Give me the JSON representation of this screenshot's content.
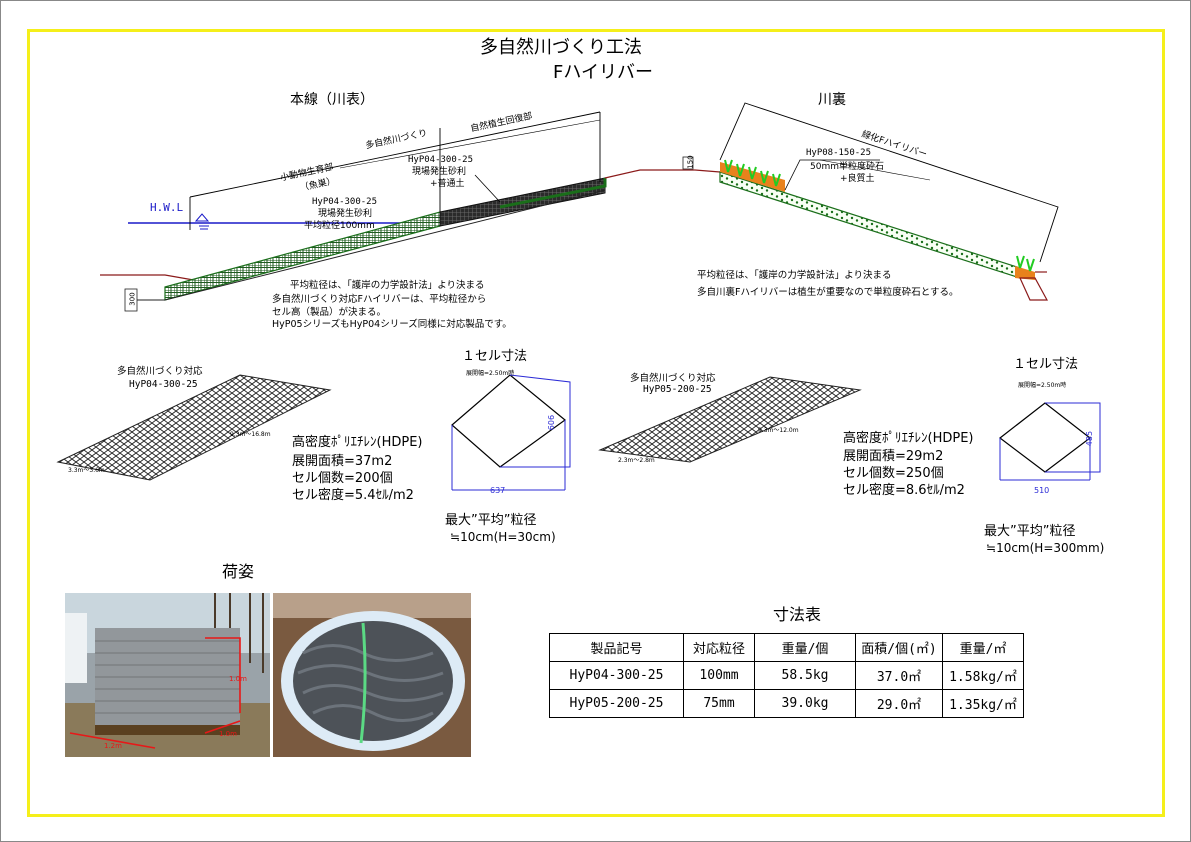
{
  "title": {
    "line1": "多自然川づくり工法",
    "line2": "Fハイリバー"
  },
  "cross_section": {
    "left_heading": "本線（川表）",
    "right_heading": "川裏",
    "hwl": "H.W.L",
    "label_tashizen": "多自然川づくり",
    "label_shizen": "自然植生回復部",
    "label_shodobutsu": "小動物生育部",
    "label_gyoso": "（魚巣）",
    "upper_spec": [
      "HyP04-300-25",
      "現場発生砂利",
      "+普通土"
    ],
    "lower_spec": [
      "HyP04-300-25",
      "現場発生砂利",
      "平均粒径100mm"
    ],
    "dim_left": "300",
    "dim_right": "150",
    "right_label": "緑化Fハイリバー",
    "right_spec": [
      "HyP08-150-25",
      "50mm単粒度砕石",
      "+良質土"
    ],
    "notes_left": [
      "平均粒径は、「護岸の力学設計法」より決まる",
      "多自然川づくり対応Fハイリバーは、平均粒径から",
      "セル高（製品）が決まる。",
      "HyP05シリーズもHyP04シリーズ同様に対応製品です。"
    ],
    "notes_right": [
      "平均粒径は、「護岸の力学設計法」より決まる",
      "多自川裏Fハイリバーは植生が重要なので単粒度砕石とする。"
    ]
  },
  "products": [
    {
      "caption": [
        "多自然川づくり対応",
        "HyP04-300-25"
      ],
      "mat_dims": [
        "3.3m〜3.6m",
        "9.3m〜16.8m"
      ],
      "specs": [
        "高密度ﾎﾟﾘｴﾁﾚﾝ(HDPE)",
        "展開面積=37m2",
        "セル個数=200個",
        "セル密度=5.4ｾﾙ/m2"
      ],
      "cell_title": "１セル寸法",
      "cell_note": "展開幅=2.50m時",
      "cell_w": "637",
      "cell_h": "606",
      "max_label": "最大”平均”粒径",
      "max_value": "≒10cm(H=30cm)"
    },
    {
      "caption": [
        "多自然川づくり対応",
        "HyP05-200-25"
      ],
      "mat_dims": [
        "2.3m〜2.8m",
        "9.3m〜12.0m"
      ],
      "specs": [
        "高密度ﾎﾟﾘｴﾁﾚﾝ(HDPE)",
        "展開面積=29m2",
        "セル個数=250個",
        "セル密度=8.6ｾﾙ/m2"
      ],
      "cell_title": "１セル寸法",
      "cell_note": "展開幅=2.50m時",
      "cell_w": "510",
      "cell_h": "485",
      "max_label": "最大”平均”粒径",
      "max_value": "≒10cm(H=300mm)"
    }
  ],
  "packing": {
    "title": "荷姿",
    "dim_h": "1.0m",
    "dim_w": "1.0m",
    "dim_d": "1.2m"
  },
  "dimension_table": {
    "title": "寸法表",
    "headers": [
      "製品記号",
      "対応粒径",
      "重量/個",
      "面積/個(㎡)",
      "重量/㎡"
    ],
    "rows": [
      [
        "HyP04-300-25",
        "100mm",
        "58.5kg",
        "37.0㎡",
        "1.58kg/㎡"
      ],
      [
        "HyP05-200-25",
        "75mm",
        "39.0kg",
        "29.0㎡",
        "1.35kg/㎡"
      ]
    ]
  },
  "colors": {
    "frame": "#f5ef1a",
    "water": "#1a1ac8",
    "gravel": "#e8821c",
    "grass": "#22cc22",
    "mat": "#1a6e1a",
    "dim_line": "#2b2bd6"
  }
}
